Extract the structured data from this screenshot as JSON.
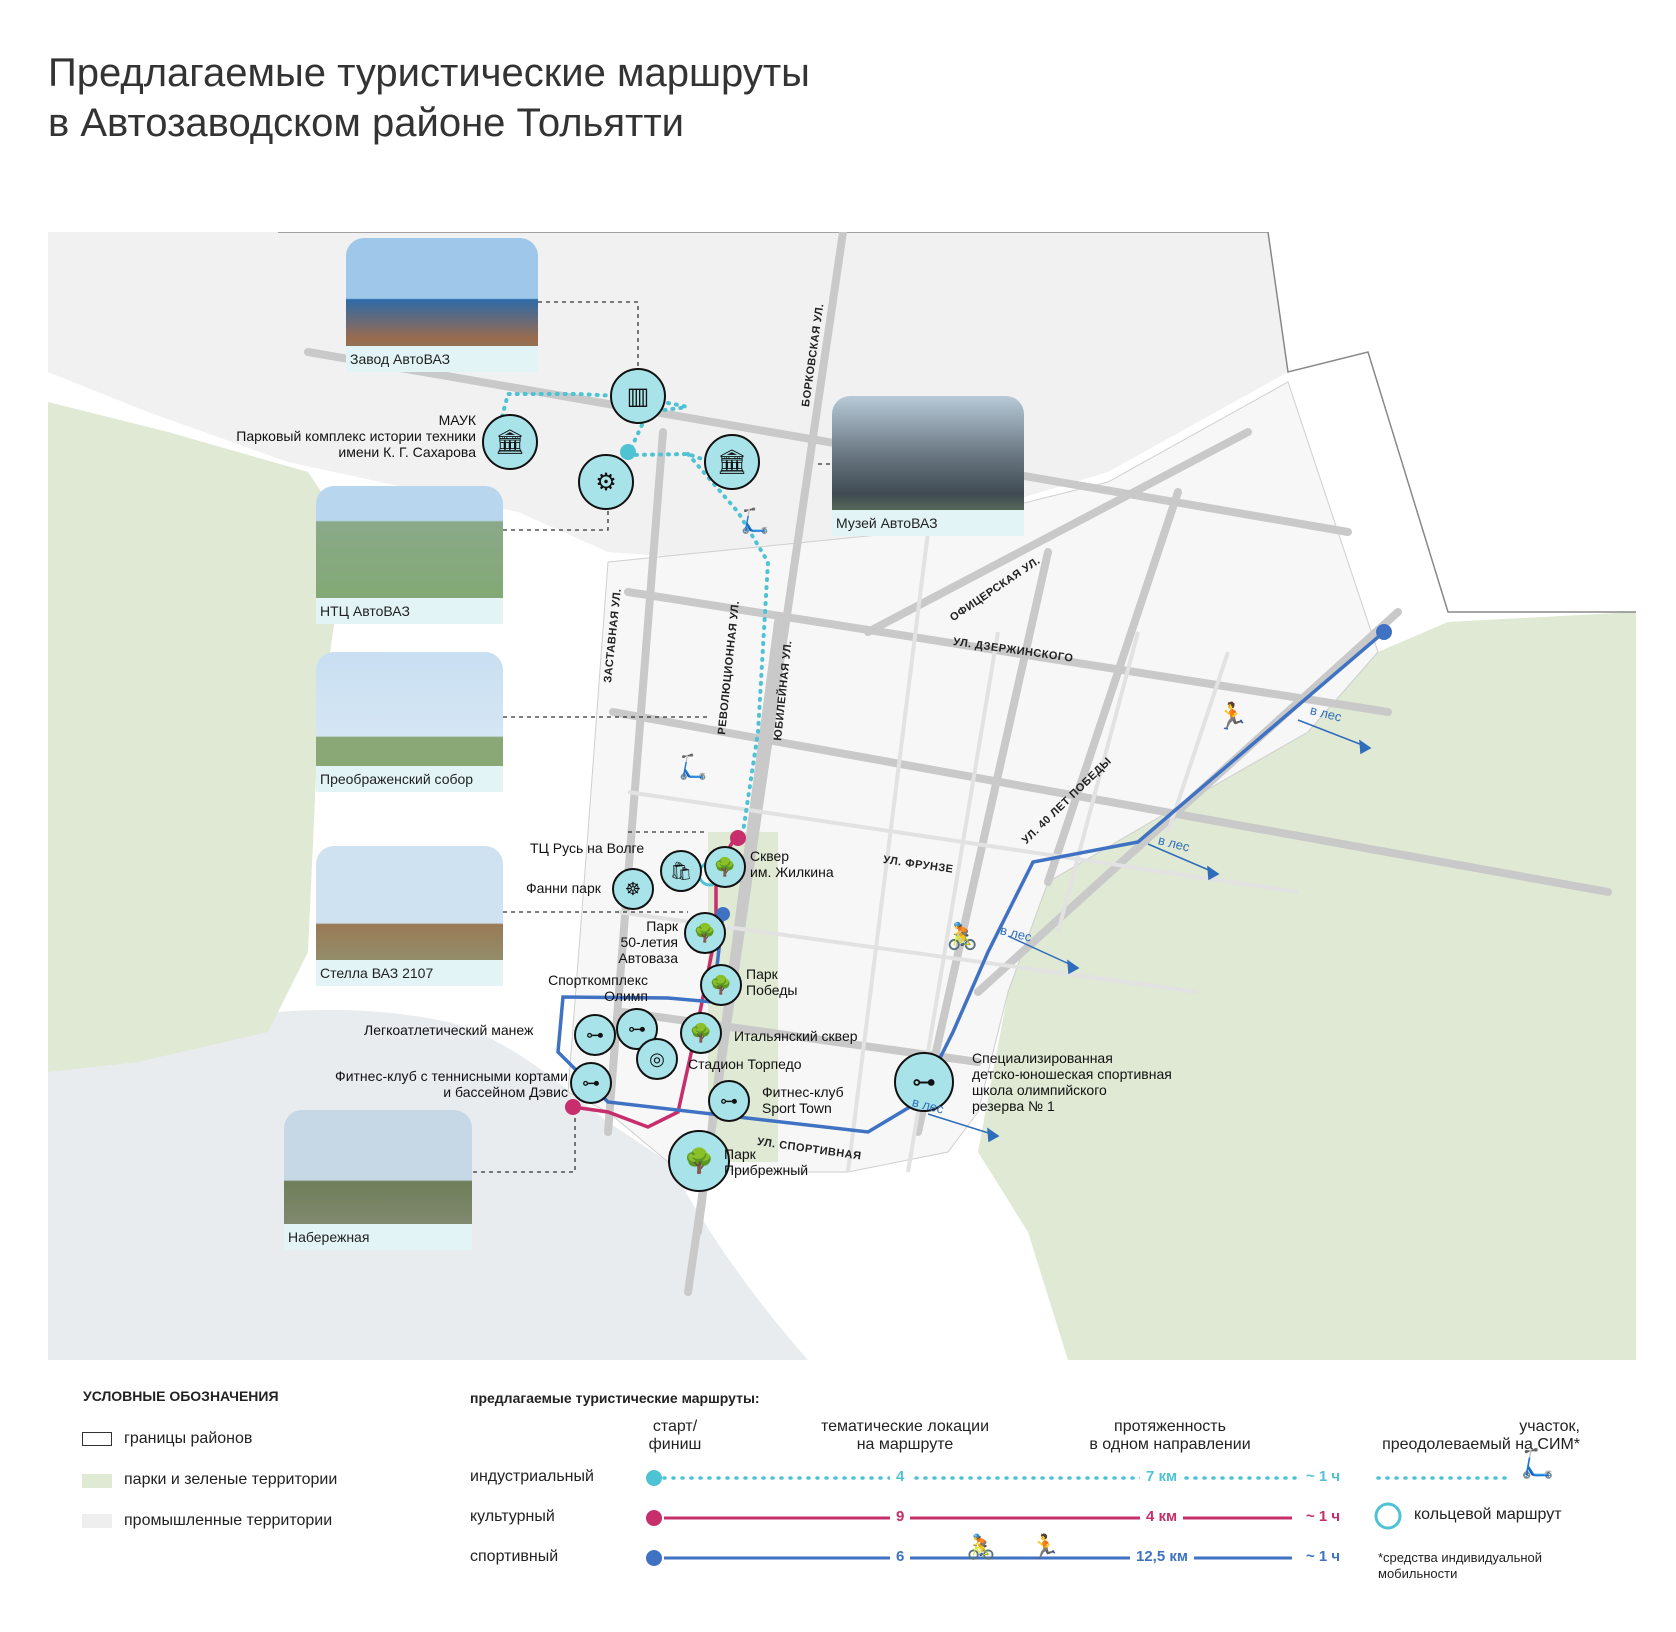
{
  "title": {
    "line1": "Предлагаемые туристические маршруты",
    "line2": "в Автозаводском районе Тольятти"
  },
  "colors": {
    "industrial": "#4fc3d4",
    "cultural": "#c62f6b",
    "sport": "#3f72c2",
    "park": "#dfe9d3",
    "industrial_zone": "#eeeeee",
    "poi_fill": "#a9e3ea"
  },
  "photos": {
    "zavod": "Завод АвтоВАЗ",
    "ntc": "НТЦ АвтоВАЗ",
    "sobor": "Преображенский собор",
    "stella": "Стелла ВАЗ 2107",
    "naberezhnaya": "Набережная",
    "muzey": "Музей АвтоВАЗ"
  },
  "places": {
    "mauk_1": "МАУК",
    "mauk_2": "Парковый комплекс истории техники",
    "mauk_3": "имени К. Г. Сахарова",
    "tc_rus": "ТЦ Русь на Волге",
    "fanni": "Фанни парк",
    "skver_1": "Сквер",
    "skver_2": "им. Жилкина",
    "park50_1": "Парк",
    "park50_2": "50-летия",
    "park50_3": "Автоваза",
    "pobedy_1": "Парк",
    "pobedy_2": "Победы",
    "olimp_1": "Спорткомплекс",
    "olimp_2": "Олимп",
    "manezh": "Легкоатлетический манеж",
    "italyansky": "Итальянский сквер",
    "torpedo": "Стадион Торпедо",
    "devis_1": "Фитнес-клуб с теннисными кортами",
    "devis_2": "и бассейном Дэвис",
    "sporttown_1": "Фитнес-клуб",
    "sporttown_2": "Sport Town",
    "pribr_1": "Парк",
    "pribr_2": "Прибрежный",
    "school_1": "Специализированная",
    "school_2": "детско-юношеская спортивная",
    "school_3": "школа олимпийского",
    "school_4": "резерва № 1"
  },
  "streets": {
    "borkovskaya": "БОРКОВСКАЯ УЛ.",
    "zastavnaya": "ЗАСТАВНАЯ УЛ.",
    "revolyutsionnaya": "РЕВОЛЮЦИОННАЯ УЛ.",
    "yubileynaya": "ЮБИЛЕЙНАЯ УЛ.",
    "ofitserskaya": "ОФИЦЕРСКАЯ УЛ.",
    "dzerzhinskogo": "УЛ. ДЗЕРЖИНСКОГО",
    "let40": "УЛ. 40 ЛЕТ ПОБЕДЫ",
    "frunze": "УЛ. ФРУНЗЕ",
    "sportivnaya": "УЛ. СПОРТИВНАЯ"
  },
  "forest_label": "в лес",
  "icons": {
    "factory": "factory-icon",
    "museum": "museum-icon",
    "gears": "gears-icon",
    "scooter": "scooter-icon",
    "shopping": "shopping-bag-icon",
    "ferris": "ferris-wheel-icon",
    "tree": "tree-icon",
    "dumbbell": "dumbbell-icon",
    "stadium": "stadium-icon",
    "runner": "runner-icon",
    "cyclist": "cyclist-icon"
  },
  "legend": {
    "header": "УСЛОВНЫЕ ОБОЗНАЧЕНИЯ",
    "borders": "границы районов",
    "parks": "парки и зеленые территории",
    "industrial": "промышленные территории"
  },
  "routes": {
    "header": "предлагаемые туристические маршруты:",
    "col_start_1": "старт/",
    "col_start_2": "финиш",
    "col_locations_1": "тематические локации",
    "col_locations_2": "на маршруте",
    "col_length_1": "протяженность",
    "col_length_2": "в одном направлении",
    "col_sim_1": "участок,",
    "col_sim_2": "преодолеваемый на СИМ*",
    "rows": [
      {
        "name": "индустриальный",
        "locations": "4",
        "length": "7 км",
        "time": "~ 1 ч"
      },
      {
        "name": "культурный",
        "locations": "9",
        "length": "4 км",
        "time": "~ 1 ч"
      },
      {
        "name": "спортивный",
        "locations": "6",
        "length": "12,5 км",
        "time": "~ 1 ч"
      }
    ],
    "ring": "кольцевой маршрут",
    "note_1": "*средства индивидуальной",
    "note_2": "мобильности"
  }
}
